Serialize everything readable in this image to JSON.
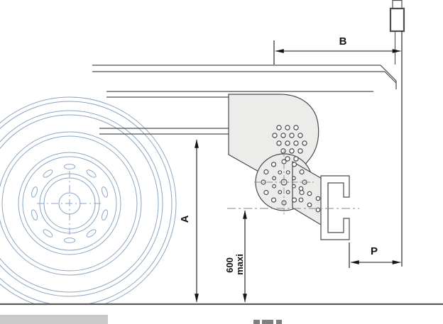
{
  "diagram": {
    "dimension_labels": {
      "b": "B",
      "a": "A",
      "ground_clearance_value": "600",
      "ground_clearance_qualifier": "maxi",
      "p": "P"
    },
    "colors": {
      "background": "#ffffff",
      "wheel_line": "#8ca6c4",
      "frame_line": "#4d4d4d",
      "bracket_outline": "#4a4a4a",
      "bracket_fill": "#ececea",
      "channel_fill": "#ffffff",
      "hole_fill": "#ffffff",
      "centerline": "#8a8a8a",
      "dimension_line": "#141414",
      "ground_line": "#5a5a5a",
      "bottom_strip": "#c9c9c9",
      "artifact": "#555555"
    }
  }
}
